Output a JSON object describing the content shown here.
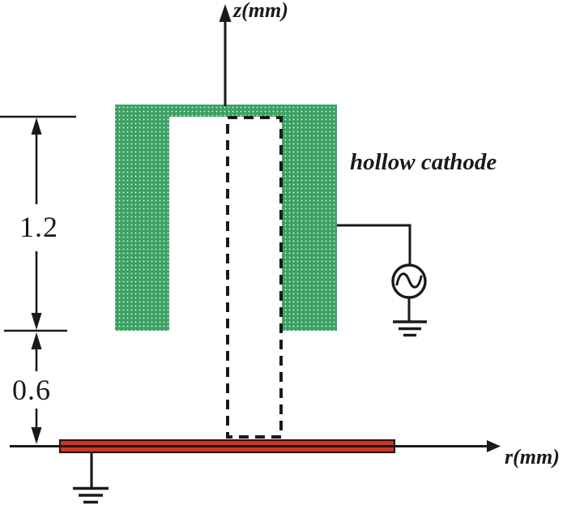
{
  "axes": {
    "z_label": "z(mm)",
    "r_label": "r(mm)"
  },
  "annotations": {
    "cathode_label": "hollow cathode"
  },
  "dimensions": {
    "cathode_depth": "1.2",
    "cathode_substrate_gap": "0.6"
  },
  "colors": {
    "cathode_fill": "#3aa163",
    "cathode_dots": "#d4ecdc",
    "anode_fill": "#d93125",
    "ink": "#1a1a1a",
    "background": "#ffffff"
  },
  "icons": {
    "ac_source": "ac-source-icon (circle with sine wave ∿)",
    "ground": "ground-icon (three shrinking bars ⏚)",
    "z_axis_arrow": "up-arrowhead",
    "r_axis_arrow": "right-arrowhead"
  }
}
